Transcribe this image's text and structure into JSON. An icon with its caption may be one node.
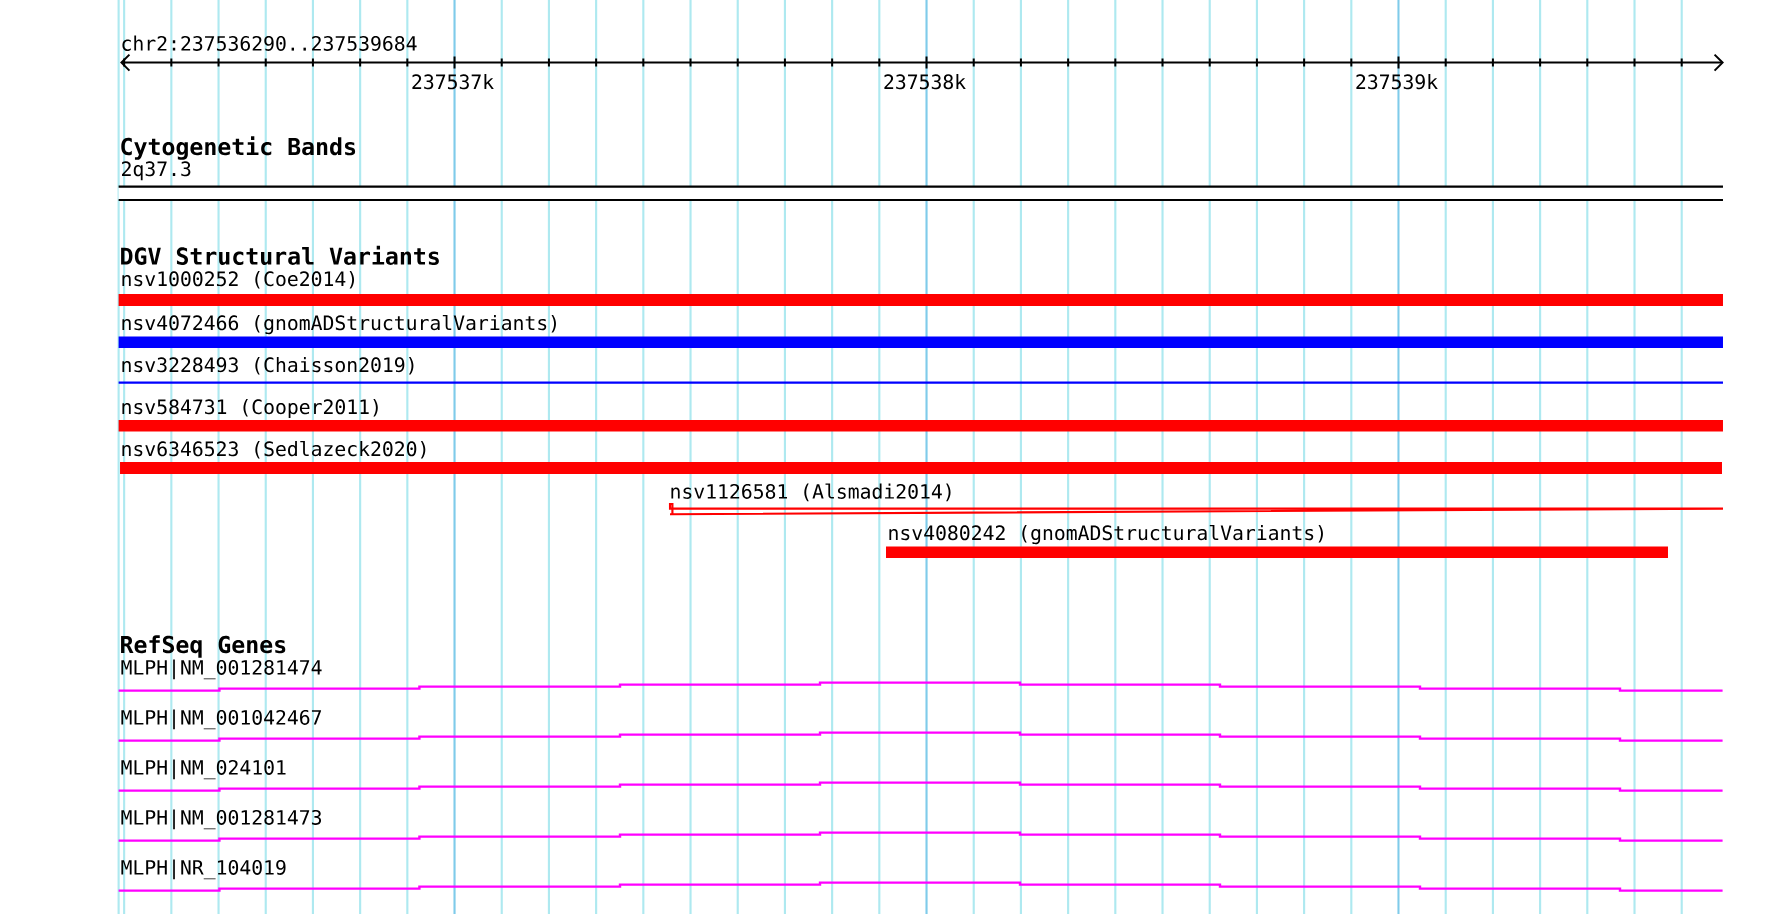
{
  "diagram": {
    "title": "chr2:237536290..237539684",
    "nodes": [
      {
        "text": [
          "2q37.3"
        ]
      },
      {
        "text": [
          "nsv1000252 (Coe2014)"
        ]
      },
      {
        "text": [
          "nsv4072466 (gnomADStructuralVariants)"
        ]
      },
      {
        "text": [
          "nsv3228493 (Chaisson2019)"
        ]
      },
      {
        "text": [
          "nsv584731 (Cooper2011)"
        ]
      },
      {
        "text": [
          "nsv6346523 (Sedlazeck2020)"
        ]
      },
      {
        "text": [
          "nsv1126581 (Alsmadi2014)"
        ]
      },
      {
        "text": [
          "nsv4080242 (gnomADStructuralVariants)"
        ]
      },
      {
        "text": [
          "MLPH|NM_001281474"
        ]
      },
      {
        "text": [
          "MLPH|NM_001042467"
        ]
      },
      {
        "text": [
          "MLPH|NM_024101"
        ]
      },
      {
        "text": [
          "MLPH|NM_001281473"
        ]
      },
      {
        "text": [
          "MLPH|NR_104019"
        ]
      }
    ],
    "labels": [
      "237537k",
      "237538k",
      "237539k",
      "Cytogenetic Bands",
      "DGV Structural Variants",
      "RefSeq Genes"
    ]
  }
}
